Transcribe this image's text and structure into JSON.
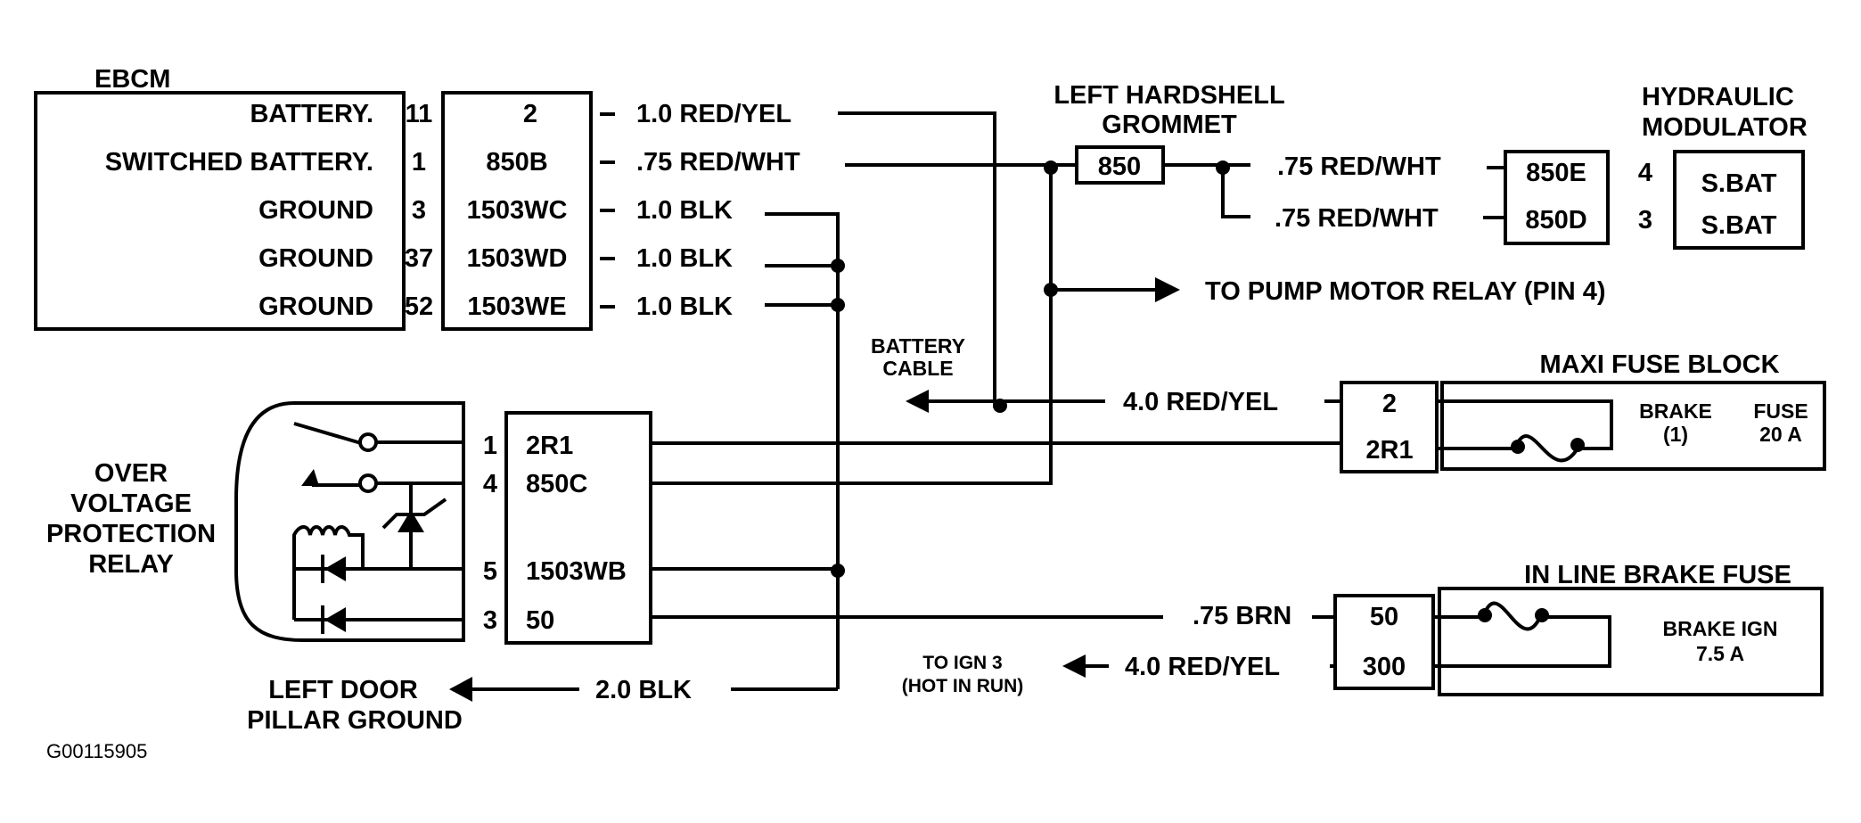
{
  "figure_id": "G00115905",
  "ebcm": {
    "title": "EBCM",
    "pins": [
      {
        "function": "BATTERY.",
        "pin": "11",
        "circuit": "2",
        "wire": "1.0 RED/YEL"
      },
      {
        "function": "SWITCHED BATTERY.",
        "pin": "1",
        "circuit": "850B",
        "wire": ".75 RED/WHT"
      },
      {
        "function": "GROUND",
        "pin": "3",
        "circuit": "1503WC",
        "wire": "1.0 BLK"
      },
      {
        "function": "GROUND",
        "pin": "37",
        "circuit": "1503WD",
        "wire": "1.0 BLK"
      },
      {
        "function": "GROUND",
        "pin": "52",
        "circuit": "1503WE",
        "wire": "1.0 BLK"
      }
    ]
  },
  "grommet": {
    "title_line1": "LEFT HARDSHELL",
    "title_line2": "GROMMET",
    "circuit": "850"
  },
  "hydraulic_modulator": {
    "title_line1": "HYDRAULIC",
    "title_line2": "MODULATOR",
    "pins": [
      {
        "wire": ".75 RED/WHT",
        "circuit": "850E",
        "pin": "4",
        "function": "S.BAT"
      },
      {
        "wire": ".75 RED/WHT",
        "circuit": "850D",
        "pin": "3",
        "function": "S.BAT"
      }
    ]
  },
  "pump_motor": {
    "label": "TO PUMP MOTOR RELAY (PIN 4)"
  },
  "battery_cable": {
    "line1": "BATTERY",
    "line2": "CABLE"
  },
  "maxi_fuse_block": {
    "title": "MAXI FUSE BLOCK",
    "wire": "4.0 RED/YEL",
    "circuits": [
      "2",
      "2R1"
    ],
    "fuse_name_line1": "BRAKE",
    "fuse_name_line2": "(1)",
    "fuse_rating_line1": "FUSE",
    "fuse_rating_line2": "20 A"
  },
  "relay": {
    "title_lines": [
      "OVER",
      "VOLTAGE",
      "PROTECTION",
      "RELAY"
    ],
    "pins": [
      {
        "pin": "1",
        "circuit": "2R1"
      },
      {
        "pin": "4",
        "circuit": "850C"
      },
      {
        "pin": "5",
        "circuit": "1503WB"
      },
      {
        "pin": "3",
        "circuit": "50"
      }
    ]
  },
  "inline_fuse": {
    "title": "IN LINE BRAKE FUSE",
    "wires": [
      ".75 BRN",
      "4.0 RED/YEL"
    ],
    "circuits": [
      "50",
      "300"
    ],
    "fuse_name": "BRAKE  IGN",
    "fuse_rating": "7.5  A"
  },
  "ign": {
    "line1": "TO IGN 3",
    "line2": "(HOT IN RUN)"
  },
  "ground": {
    "wire": "2.0 BLK",
    "line1": "LEFT DOOR",
    "line2": "PILLAR GROUND"
  }
}
